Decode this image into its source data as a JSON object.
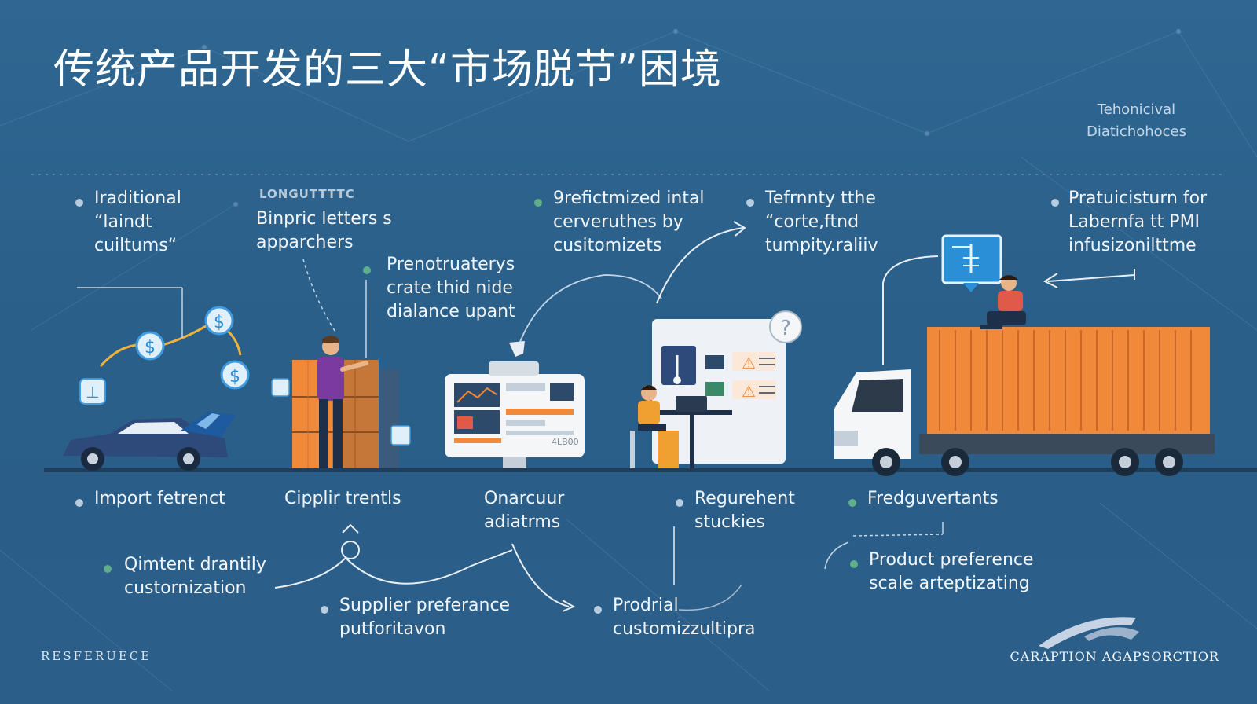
{
  "title": "传统产品开发的三大“市场脱节”困境",
  "corner_label": "Tehonicival\nDiatichohoces",
  "small_heading": "LONGUTTTTC",
  "top_labels": [
    "Iraditional\n“laindt\ncuiltums“",
    "Binpric letters s\napparchers",
    "Prenotruaterys\ncrate thid nide\ndialance upant",
    "9refictmized intal\ncerveruthes by\ncusitomizets",
    "Tefrnnty tthe\n“corte,ftnd\ntumpity.raliiv",
    "Pratuicisturn for\nLabernfa tt PMI\ninfusizonilttme"
  ],
  "bottom_labels": [
    "Import fetrenct",
    "Cipplir trentls",
    "Onarcuur\nadiatrms",
    "Regurehent\nstuckies",
    "Fredguvertants",
    "Qimtent drantily\ncustornization",
    "Supplier preferance\nputforitavon",
    "Prodrial\ncustomizzultipra",
    "Product preference\nscale arteptizating"
  ],
  "monitor_caption": "4LB00",
  "footer_left": "RESFERUECE",
  "footer_right": "CARAPTION AGAPSORCTIOR",
  "icons": [
    "dollar-icon",
    "anchor-icon",
    "question-icon",
    "warning-icon",
    "chart-icon"
  ],
  "colors": {
    "background": "#2c628c",
    "orange": "#f08a3a",
    "white": "#f4f6f8",
    "icon_blue": "#2a8fd6",
    "car": "#2d4a7a"
  }
}
